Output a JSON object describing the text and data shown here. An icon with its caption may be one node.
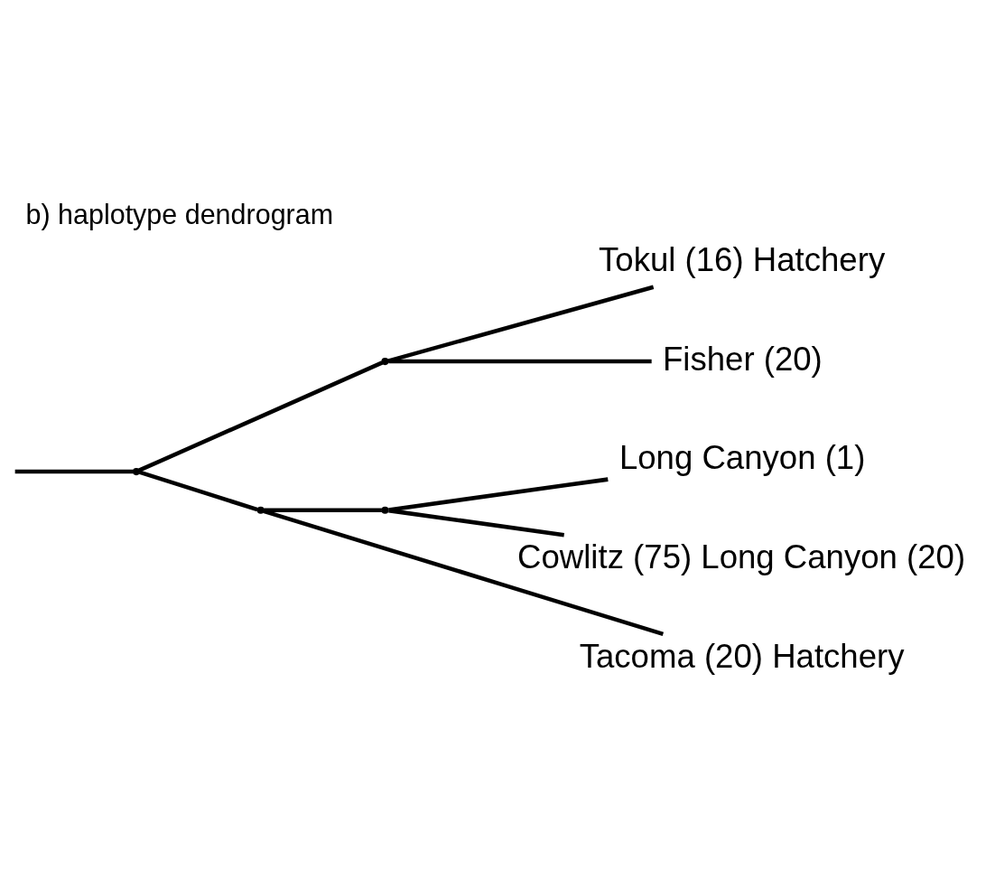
{
  "diagram": {
    "title": "b) haplotype dendrogram",
    "nodes": [
      {
        "text": [],
        "shape": "point"
      },
      {
        "text": [],
        "shape": "point"
      },
      {
        "text": [
          "Tokul (16) Hatchery"
        ]
      },
      {
        "text": [
          "Fisher (20)"
        ]
      },
      {
        "text": [],
        "shape": "point"
      },
      {
        "text": [],
        "shape": "point"
      },
      {
        "text": [
          "Long Canyon (1)"
        ]
      },
      {
        "text": [
          "Cowlitz (75) Long Canyon (20)"
        ]
      },
      {
        "text": [
          "Tacoma (20) Hatchery"
        ]
      }
    ],
    "edges": [
      {
        "from": null,
        "to": 0,
        "arrow": "none"
      },
      {
        "from": 0,
        "to": 1,
        "arrow": "none"
      },
      {
        "from": 1,
        "to": 2,
        "arrow": "none"
      },
      {
        "from": 1,
        "to": 3,
        "arrow": "none"
      },
      {
        "from": 0,
        "to": 4,
        "arrow": "none"
      },
      {
        "from": 4,
        "to": 5,
        "arrow": "none"
      },
      {
        "from": 5,
        "to": 6,
        "arrow": "none"
      },
      {
        "from": 5,
        "to": 7,
        "arrow": "none"
      },
      {
        "from": 4,
        "to": 8,
        "arrow": "none"
      }
    ]
  }
}
